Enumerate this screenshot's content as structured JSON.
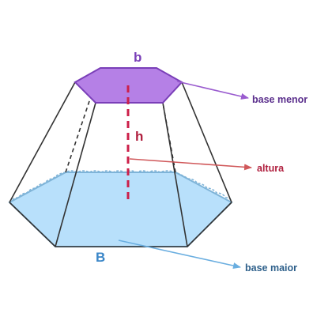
{
  "labels": {
    "b": "b",
    "h": "h",
    "B": "B",
    "base_menor": "base menor",
    "altura": "altura",
    "base_maior": "base maior"
  },
  "colors": {
    "top_fill": "#b580e6",
    "top_stroke": "#7a3fb8",
    "bottom_fill": "#b8e0fb",
    "bottom_stroke": "#7fb4d8",
    "edge": "#333333",
    "height_line": "#cc1f4a",
    "arrow_top": "#9a5ccf",
    "arrow_height": "#d0585a",
    "arrow_bottom": "#6aaee0",
    "label_b": "#7a3fb8",
    "label_h": "#b0203f",
    "label_B": "#3a86c8",
    "label_base_menor": "#5a2e8c",
    "label_altura": "#b0203f",
    "label_base_maior": "#2d5f8a"
  }
}
